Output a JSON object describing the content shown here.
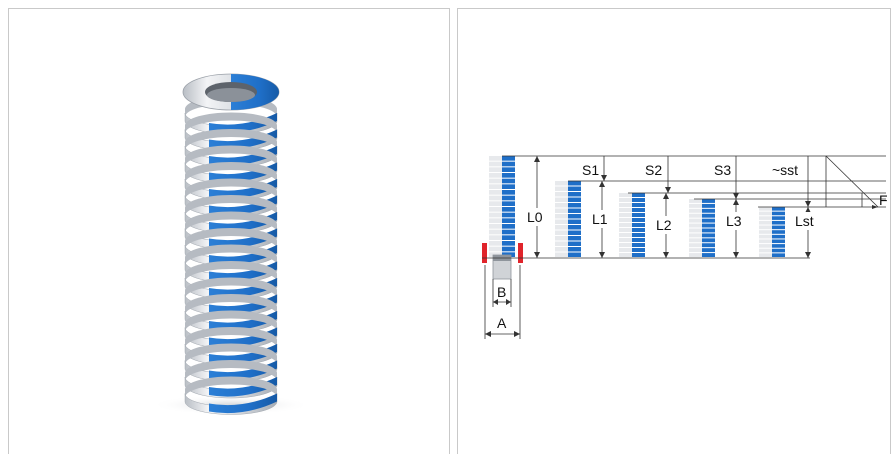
{
  "colors": {
    "spring_blue": "#1f6fc8",
    "spring_white": "#e7e9ec",
    "seat_red": "#e0242b",
    "dimension_line": "#333333",
    "panel_border": "#c9c9c9"
  },
  "product_image": {
    "icon": "compression-spring-blue-icon"
  },
  "diagram": {
    "labels": {
      "L0": "L0",
      "L1": "L1",
      "L2": "L2",
      "L3": "L3",
      "Lst": "Lst",
      "S1": "S1",
      "S2": "S2",
      "S3": "S3",
      "sst": "~sst",
      "F": "F",
      "A": "A",
      "B": "B"
    }
  }
}
